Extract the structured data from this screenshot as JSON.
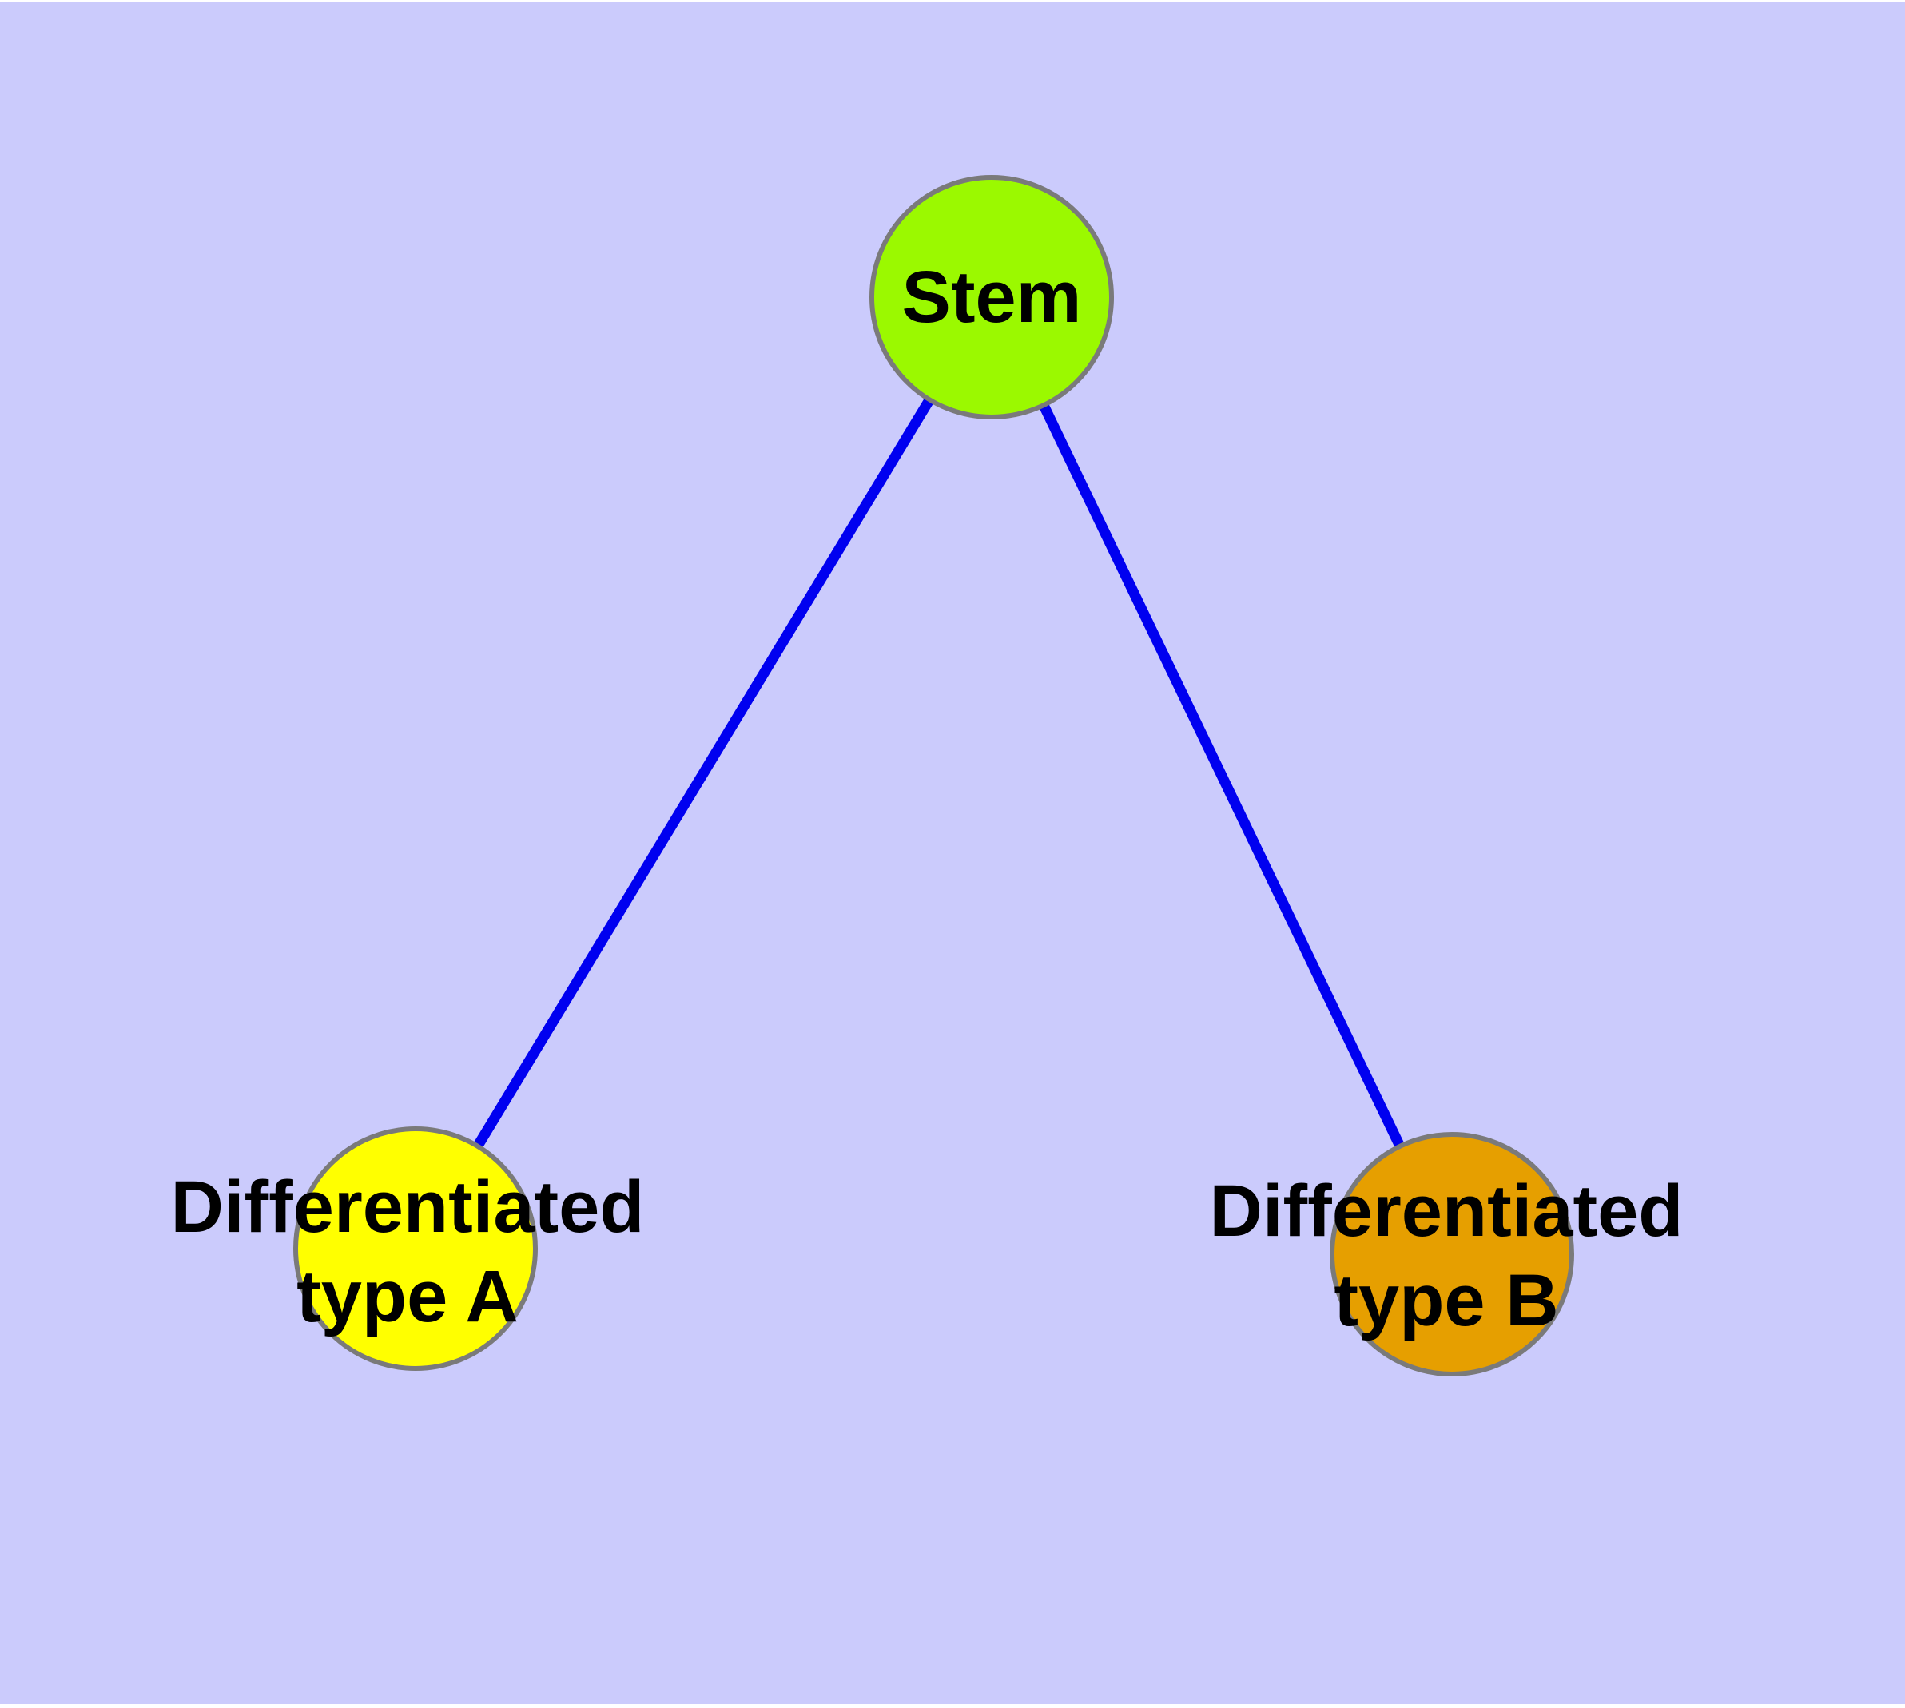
{
  "figure": {
    "kind": "cell-differentiation-graph"
  },
  "graph": {
    "nodes": [
      {
        "id": "stem",
        "label": "Stem",
        "fill": "#9BF900"
      },
      {
        "id": "differentiated-type-a",
        "label": "Differentiated\ntype A",
        "fill": "#FFFF00"
      },
      {
        "id": "differentiated-type-b",
        "label": "Differentiated\ntype B",
        "fill": "#E69F00"
      }
    ],
    "edges": [
      {
        "from": "stem",
        "to": "differentiated-type-a"
      },
      {
        "from": "stem",
        "to": "differentiated-type-b"
      }
    ],
    "colors": {
      "background": "#CBCBFC",
      "edge": "#0000F0",
      "node_border": "#7A7A7A",
      "label_text": "#000000"
    }
  }
}
